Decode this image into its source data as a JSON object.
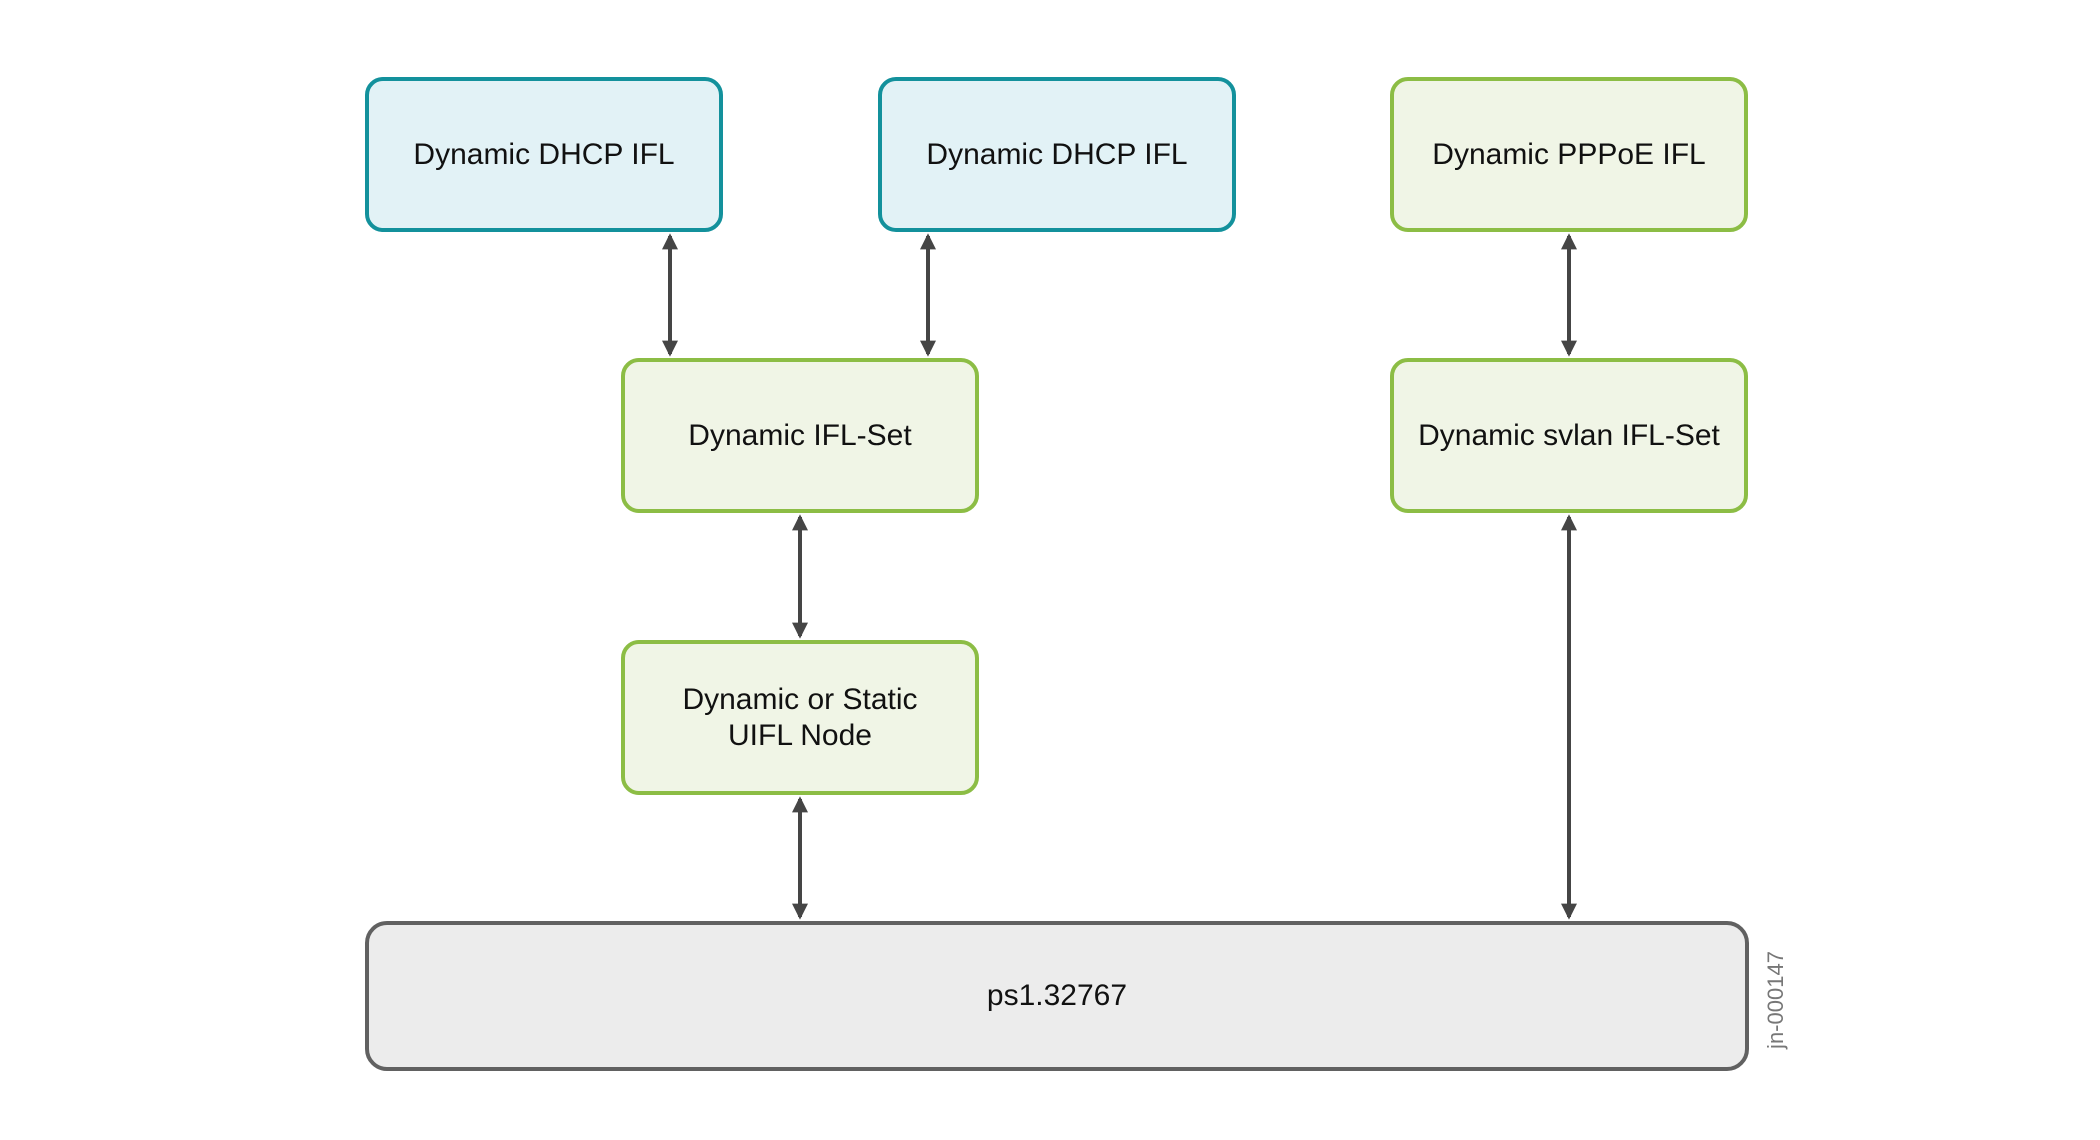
{
  "nodes": {
    "dhcp_ifl_1": "Dynamic DHCP IFL",
    "dhcp_ifl_2": "Dynamic DHCP IFL",
    "pppoe_ifl": "Dynamic PPPoE IFL",
    "ifl_set": "Dynamic IFL-Set",
    "svlan_ifl_set": "Dynamic svlan IFL-Set",
    "uifl_node": "Dynamic or Static\nUIFL Node",
    "ps_interface": "ps1.32767"
  },
  "figure_id": "jn-000147",
  "colors": {
    "teal_fill": "#e2f2f6",
    "teal_border": "#13919c",
    "green_fill": "#f0f5e6",
    "green_border": "#8cbd45",
    "grey_fill": "#ececec",
    "grey_border": "#616161",
    "arrow": "#454545"
  },
  "connections": [
    {
      "from": "dhcp_ifl_1",
      "to": "ifl_set",
      "type": "bidirectional"
    },
    {
      "from": "dhcp_ifl_2",
      "to": "ifl_set",
      "type": "bidirectional"
    },
    {
      "from": "pppoe_ifl",
      "to": "svlan_ifl_set",
      "type": "bidirectional"
    },
    {
      "from": "ifl_set",
      "to": "uifl_node",
      "type": "bidirectional"
    },
    {
      "from": "uifl_node",
      "to": "ps_interface",
      "type": "bidirectional"
    },
    {
      "from": "svlan_ifl_set",
      "to": "ps_interface",
      "type": "bidirectional"
    }
  ]
}
